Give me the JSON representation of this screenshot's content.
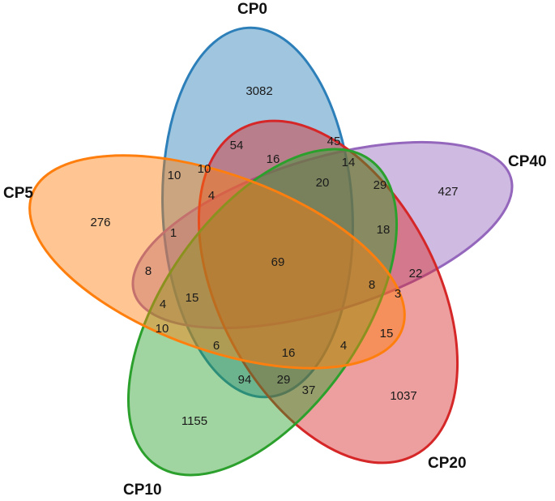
{
  "sets": [
    {
      "id": "cp0",
      "label": "CP0",
      "color": "#2c7fb8",
      "fill": "#2c7fb8"
    },
    {
      "id": "cp40",
      "label": "CP40",
      "color": "#9467bd",
      "fill": "#9467bd"
    },
    {
      "id": "cp20",
      "label": "CP20",
      "color": "#d62728",
      "fill": "#d62728"
    },
    {
      "id": "cp10",
      "label": "CP10",
      "color": "#2ca02c",
      "fill": "#2ca02c"
    },
    {
      "id": "cp5",
      "label": "CP5",
      "color": "#ff7f0e",
      "fill": "#ff7f0e"
    }
  ],
  "regions": [
    {
      "id": "r3082",
      "count": "3082"
    },
    {
      "id": "r427",
      "count": "427"
    },
    {
      "id": "r1037",
      "count": "1037"
    },
    {
      "id": "r1155",
      "count": "1155"
    },
    {
      "id": "r276",
      "count": "276"
    },
    {
      "id": "r54",
      "count": "54"
    },
    {
      "id": "r45",
      "count": "45"
    },
    {
      "id": "r16a",
      "count": "16"
    },
    {
      "id": "r14",
      "count": "14"
    },
    {
      "id": "r10a",
      "count": "10"
    },
    {
      "id": "r10b",
      "count": "10"
    },
    {
      "id": "r20",
      "count": "20"
    },
    {
      "id": "r29a",
      "count": "29"
    },
    {
      "id": "r4a",
      "count": "4"
    },
    {
      "id": "r18",
      "count": "18"
    },
    {
      "id": "r1",
      "count": "1"
    },
    {
      "id": "r69",
      "count": "69"
    },
    {
      "id": "r8a",
      "count": "8"
    },
    {
      "id": "r22",
      "count": "22"
    },
    {
      "id": "r8b",
      "count": "8"
    },
    {
      "id": "r3",
      "count": "3"
    },
    {
      "id": "r15a",
      "count": "15"
    },
    {
      "id": "r4b",
      "count": "4"
    },
    {
      "id": "r10c",
      "count": "10"
    },
    {
      "id": "r15b",
      "count": "15"
    },
    {
      "id": "r6",
      "count": "6"
    },
    {
      "id": "r16b",
      "count": "16"
    },
    {
      "id": "r4c",
      "count": "4"
    },
    {
      "id": "r94",
      "count": "94"
    },
    {
      "id": "r29b",
      "count": "29"
    },
    {
      "id": "r37",
      "count": "37"
    }
  ]
}
